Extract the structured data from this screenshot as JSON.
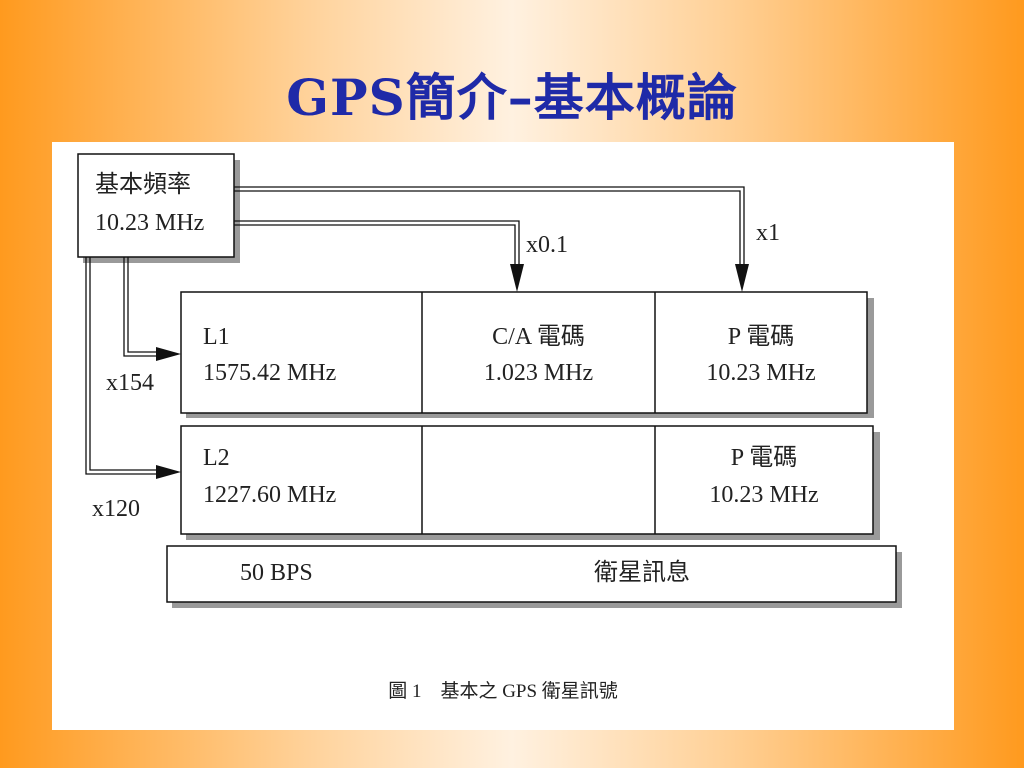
{
  "slide": {
    "title": "GPS簡介–基本概論"
  },
  "diagram": {
    "base": {
      "title": "基本頻率",
      "freq": "10.23 MHz"
    },
    "multipliers": {
      "ca": "x0.1",
      "p": "x1",
      "l1": "x154",
      "l2": "x120"
    },
    "l1": {
      "name": "L1",
      "freq": "1575.42 MHz"
    },
    "ca_code": {
      "name": "C/A 電碼",
      "freq": "1.023 MHz"
    },
    "p_code_l1": {
      "name": "P 電碼",
      "freq": "10.23 MHz"
    },
    "l2": {
      "name": "L2",
      "freq": "1227.60 MHz"
    },
    "p_code_l2": {
      "name": "P 電碼",
      "freq": "10.23 MHz"
    },
    "nav_message": {
      "rate": "50 BPS",
      "name": "衛星訊息"
    },
    "caption": "圖 1　基本之 GPS 衛星訊號"
  },
  "colors": {
    "title": "#1f2aa8",
    "shadow": "#9a9a9a"
  }
}
